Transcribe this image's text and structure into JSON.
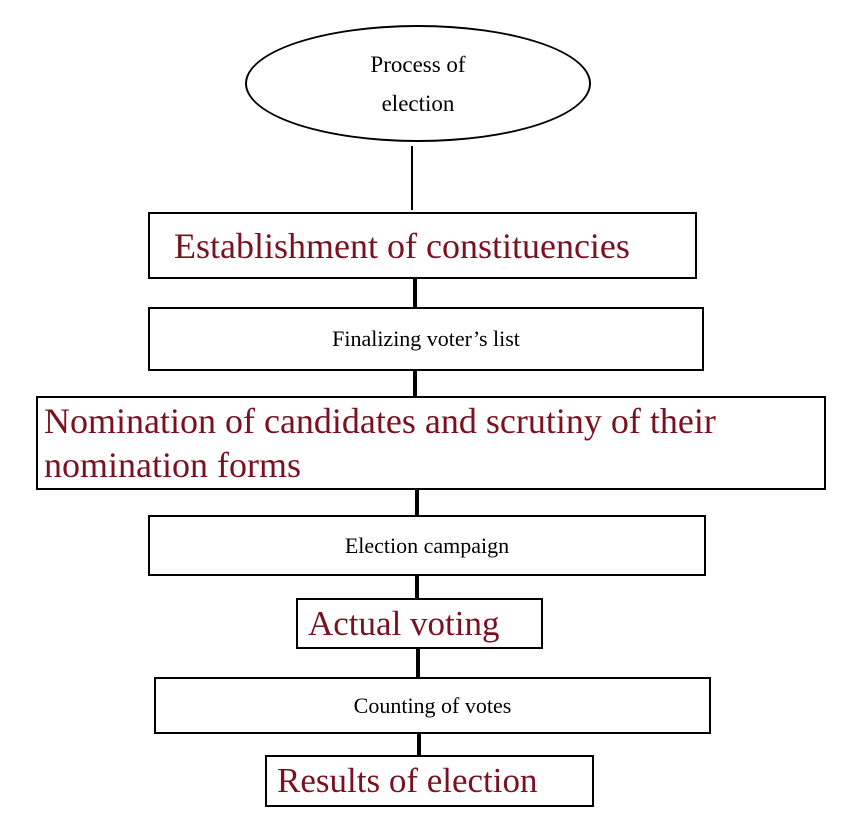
{
  "diagram": {
    "root": "Process of election",
    "steps": [
      "Establishment of constituencies",
      "Finalizing voter’s list",
      "Nomination of candidates and scrutiny of their nomination forms",
      "Election campaign",
      "Actual voting",
      "Counting of votes",
      "Results of election"
    ],
    "colors": {
      "highlight": "#7a1020",
      "normal": "#000000"
    }
  }
}
